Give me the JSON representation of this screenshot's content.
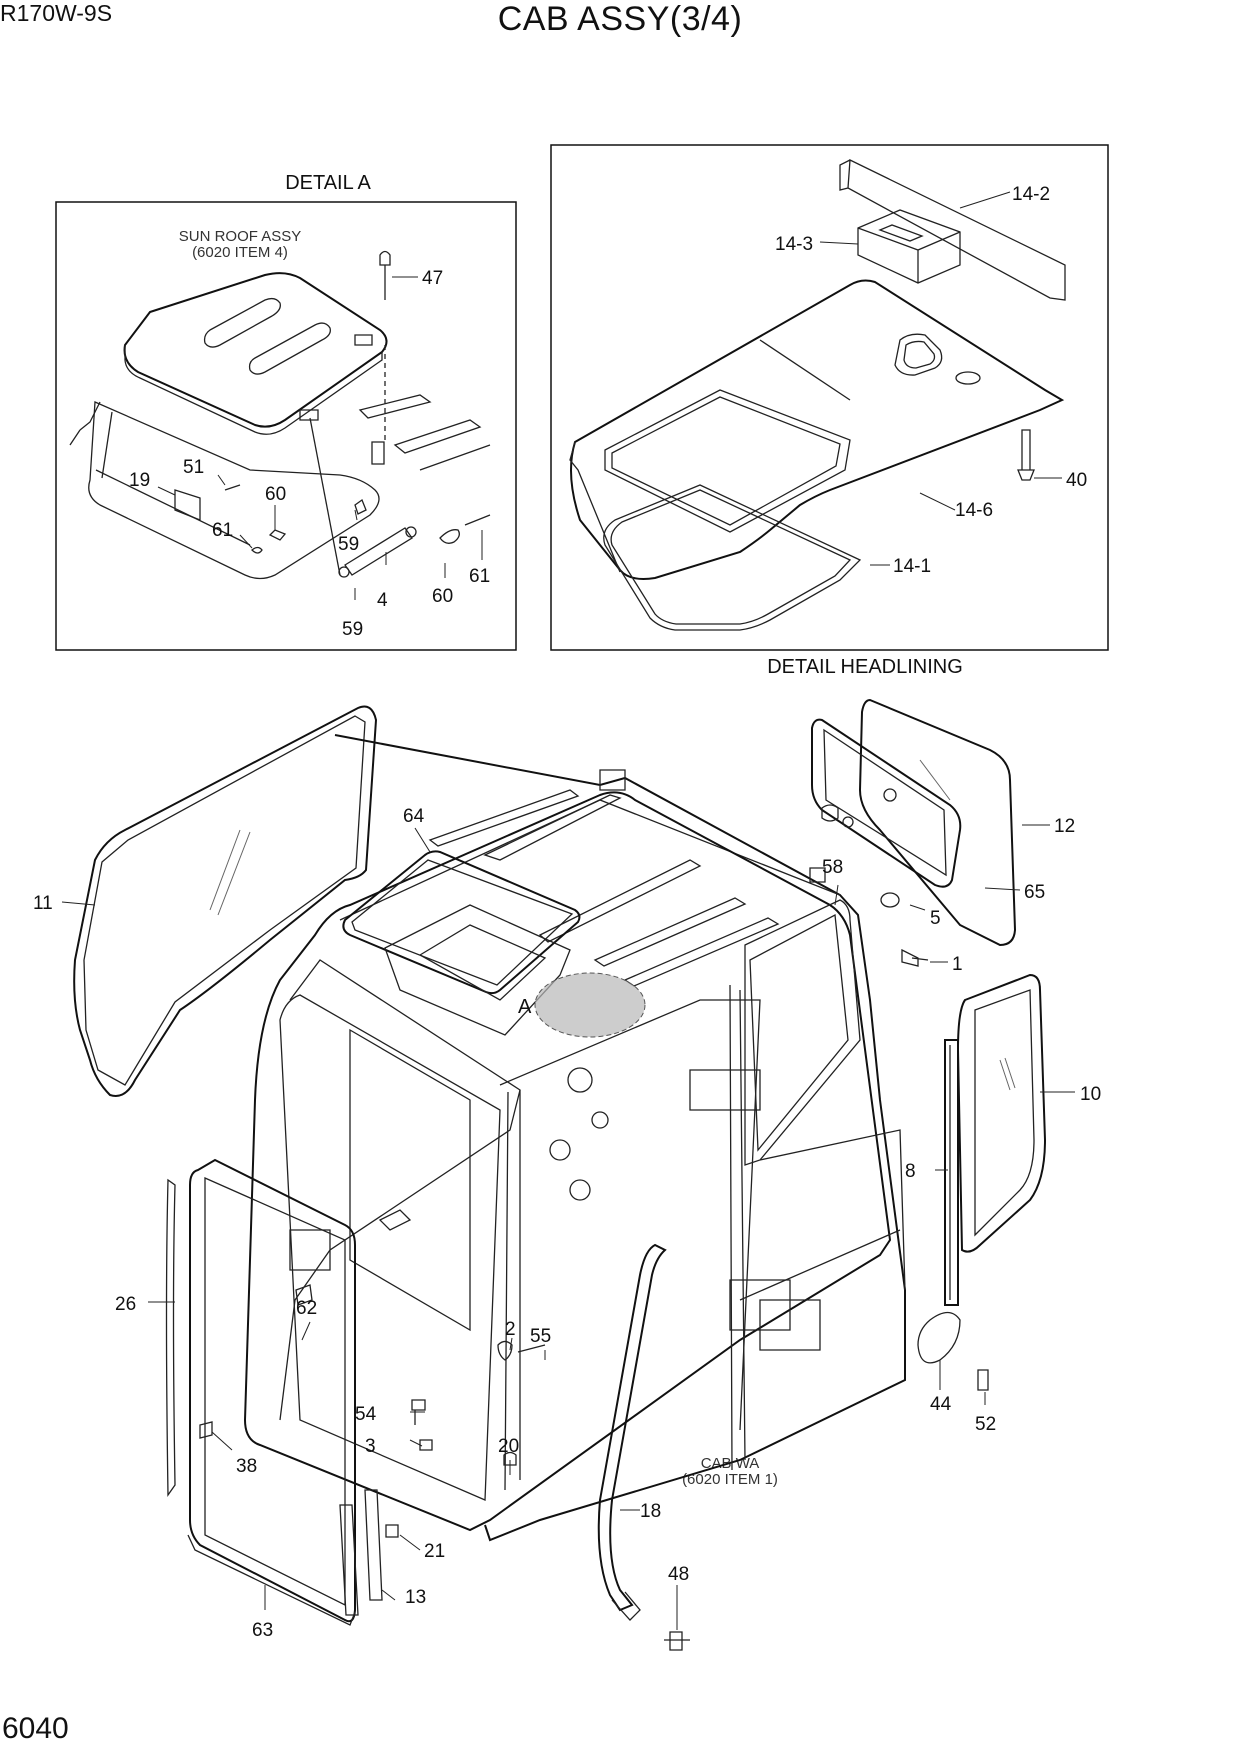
{
  "header": {
    "model": "R170W-9S",
    "title": "CAB ASSY(3/4)",
    "page_number": "6040"
  },
  "detail_a": {
    "caption": "DETAIL A",
    "note_line1": "SUN ROOF ASSY",
    "note_line2": "(6020 ITEM 4)",
    "callouts": [
      "47",
      "51",
      "19",
      "60",
      "61",
      "59",
      "59",
      "4",
      "60",
      "61"
    ]
  },
  "detail_headlining": {
    "caption": "DETAIL HEADLINING",
    "callouts": [
      "14-2",
      "14-3",
      "40",
      "14-6",
      "14-1"
    ]
  },
  "main_view": {
    "cab_note_line1": "CAB WA",
    "cab_note_line2": "(6020 ITEM 1)",
    "zone_label": "A",
    "callouts": [
      "64",
      "11",
      "58",
      "12",
      "65",
      "5",
      "1",
      "10",
      "8",
      "26",
      "62",
      "2",
      "55",
      "54",
      "3",
      "20",
      "38",
      "21",
      "13",
      "63",
      "18",
      "48",
      "44",
      "52"
    ]
  }
}
